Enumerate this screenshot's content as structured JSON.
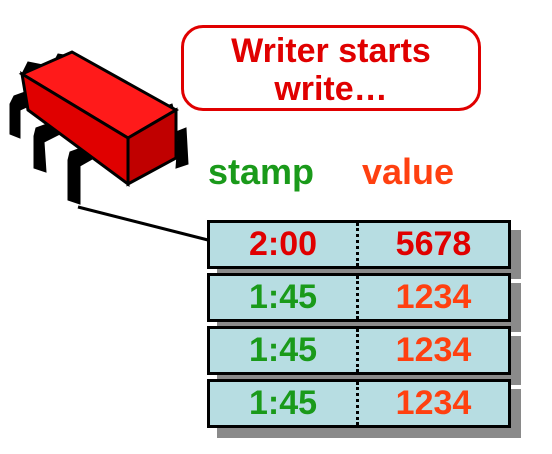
{
  "callout": {
    "line1": "Writer starts",
    "line2": "write…"
  },
  "headers": {
    "stamp": "stamp",
    "value": "value"
  },
  "rows": [
    {
      "stamp": "2:00",
      "value": "5678"
    },
    {
      "stamp": "1:45",
      "value": "1234"
    },
    {
      "stamp": "1:45",
      "value": "1234"
    },
    {
      "stamp": "1:45",
      "value": "1234"
    }
  ],
  "colors": {
    "callout_red": "#e00000",
    "stamp_green": "#1a9a1a",
    "value_orange": "#ff4010",
    "new_row_red": "#e00000",
    "cell_fill": "#b7dde2",
    "chip_red": "#ff1a1a"
  },
  "icons": {
    "writer": "chip-bug-icon"
  }
}
